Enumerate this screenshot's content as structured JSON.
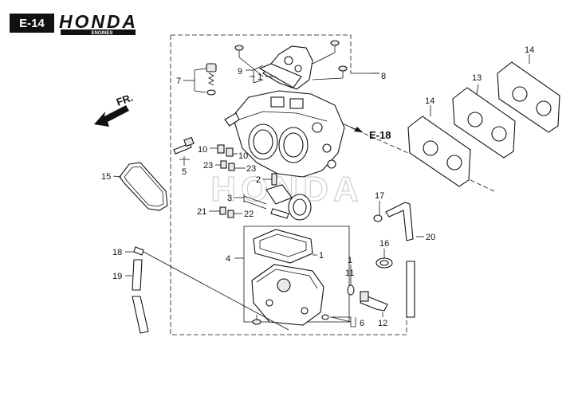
{
  "header": {
    "page_code": "E-14",
    "brand": "HONDA",
    "brand_sub": "ENGINES"
  },
  "watermark": "HONDA",
  "direction_label": "FR.",
  "reference_label": "E-18",
  "callouts": {
    "c1a": "1",
    "c1b": "1",
    "c1c": "1",
    "c2": "2",
    "c3": "3",
    "c4": "4",
    "c5": "5",
    "c6": "6",
    "c7": "7",
    "c8": "8",
    "c9": "9",
    "c10a": "10",
    "c10b": "10",
    "c11": "11",
    "c12": "12",
    "c13": "13",
    "c14a": "14",
    "c14b": "14",
    "c15": "15",
    "c16": "16",
    "c17": "17",
    "c18": "18",
    "c19": "19",
    "c20": "20",
    "c21": "21",
    "c22": "22",
    "c23a": "23",
    "c23b": "23"
  },
  "colors": {
    "ink": "#111111",
    "badge_bg": "#111111",
    "badge_text": "#ffffff",
    "watermark": "#d8d8d8"
  }
}
